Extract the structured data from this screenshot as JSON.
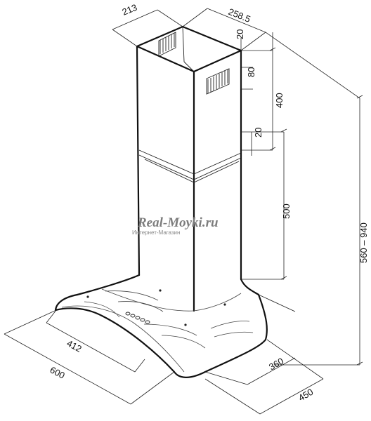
{
  "dimensions": {
    "chimney_depth": "213",
    "chimney_width": "258.5",
    "gap_top": "20",
    "vent_height": "80",
    "upper_height": "400",
    "gap_mid": "20",
    "lower_height": "500",
    "total_height": "560 – 940",
    "canopy_inner_width": "412",
    "canopy_width": "600",
    "canopy_inner_depth": "360",
    "canopy_depth": "450"
  },
  "watermark": {
    "brand": "Real-Moyki.ru",
    "tagline": "Интернет-Магазин"
  },
  "colors": {
    "line": "#111111",
    "watermark": "#7d7d7d"
  }
}
